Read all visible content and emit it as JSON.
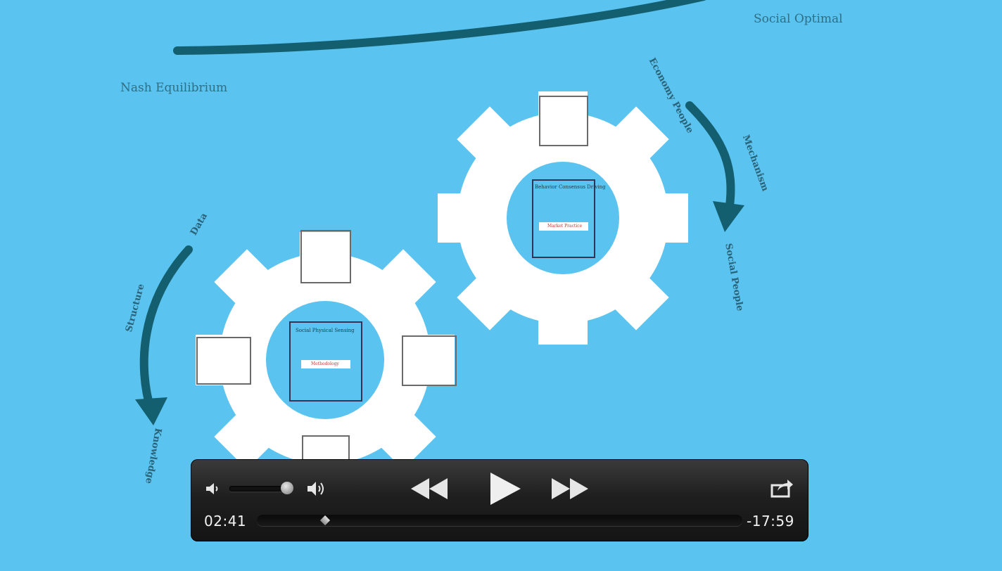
{
  "slide": {
    "top_right_label": "Social Optimal",
    "top_left_label": "Nash Equilibrium",
    "left_gear": {
      "center_title": "Social Physical Sensing",
      "center_button": "Methodology"
    },
    "right_gear": {
      "center_title": "Behavior Consensus Driving",
      "center_button": "Market Practice"
    },
    "left_arc_labels": [
      "Data",
      "Structure",
      "Knowledge"
    ],
    "right_arc_labels": [
      "Economy People",
      "Mechanism",
      "Social People"
    ]
  },
  "player": {
    "elapsed": "02:41",
    "remaining": "-17:59",
    "volume_level": 0.9,
    "progress": 0.14,
    "icons": {
      "mute": "volume-low-icon",
      "max": "volume-high-icon",
      "rewind": "rewind-icon",
      "play": "play-icon",
      "fast_forward": "fast-forward-icon",
      "share": "share-icon"
    }
  }
}
